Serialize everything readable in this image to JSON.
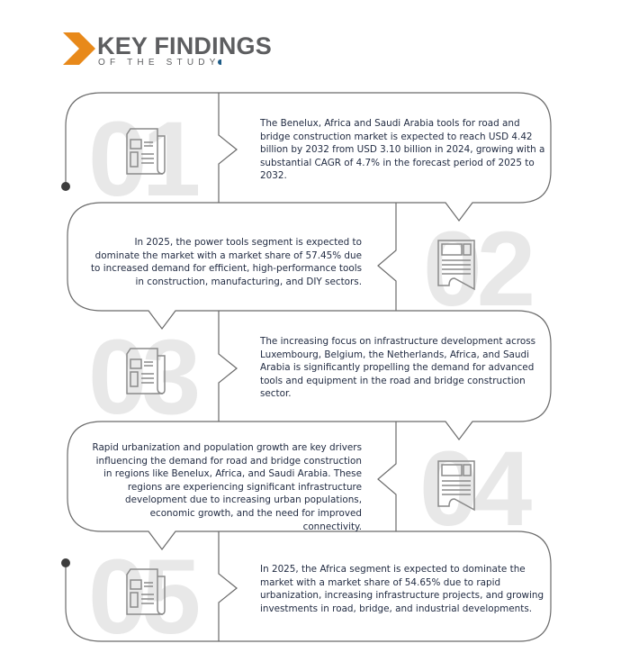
{
  "header": {
    "title": "KEY FINDINGS",
    "subtitle": "OF THE STUDY",
    "accent_color": "#e8891a",
    "title_color": "#5d5e60"
  },
  "findings": [
    {
      "number": "01",
      "icon": "newspaper-icon",
      "text": "The Benelux, Africa and Saudi Arabia tools for road and bridge construction market is expected to reach USD 4.42 billion by 2032 from USD 3.10 billion in 2024, growing with a substantial CAGR of 4.7% in the forecast period of 2025 to 2032."
    },
    {
      "number": "02",
      "icon": "newspaper-icon",
      "text": "In 2025, the power tools segment is expected to dominate the market with a market share of 57.45% due to increased demand for efficient, high-performance tools in construction, manufacturing, and DIY sectors."
    },
    {
      "number": "03",
      "icon": "newspaper-icon",
      "text": "The increasing focus on infrastructure development across Luxembourg, Belgium, the Netherlands, Africa, and Saudi Arabia is significantly propelling the demand for advanced tools and equipment in the road and bridge construction sector."
    },
    {
      "number": "04",
      "icon": "newspaper-icon",
      "text": "Rapid urbanization and population growth are key drivers influencing the demand for road and bridge construction in regions like Benelux, Africa, and Saudi Arabia. These regions are experiencing significant infrastructure development due to increasing urban populations, economic growth, and the need for improved connectivity."
    },
    {
      "number": "05",
      "icon": "newspaper-icon",
      "text": "In 2025, the Africa segment is expected to dominate the market with a market share of 54.65% due to rapid urbanization, increasing infrastructure projects, and growing investments in road, bridge, and industrial developments."
    }
  ]
}
